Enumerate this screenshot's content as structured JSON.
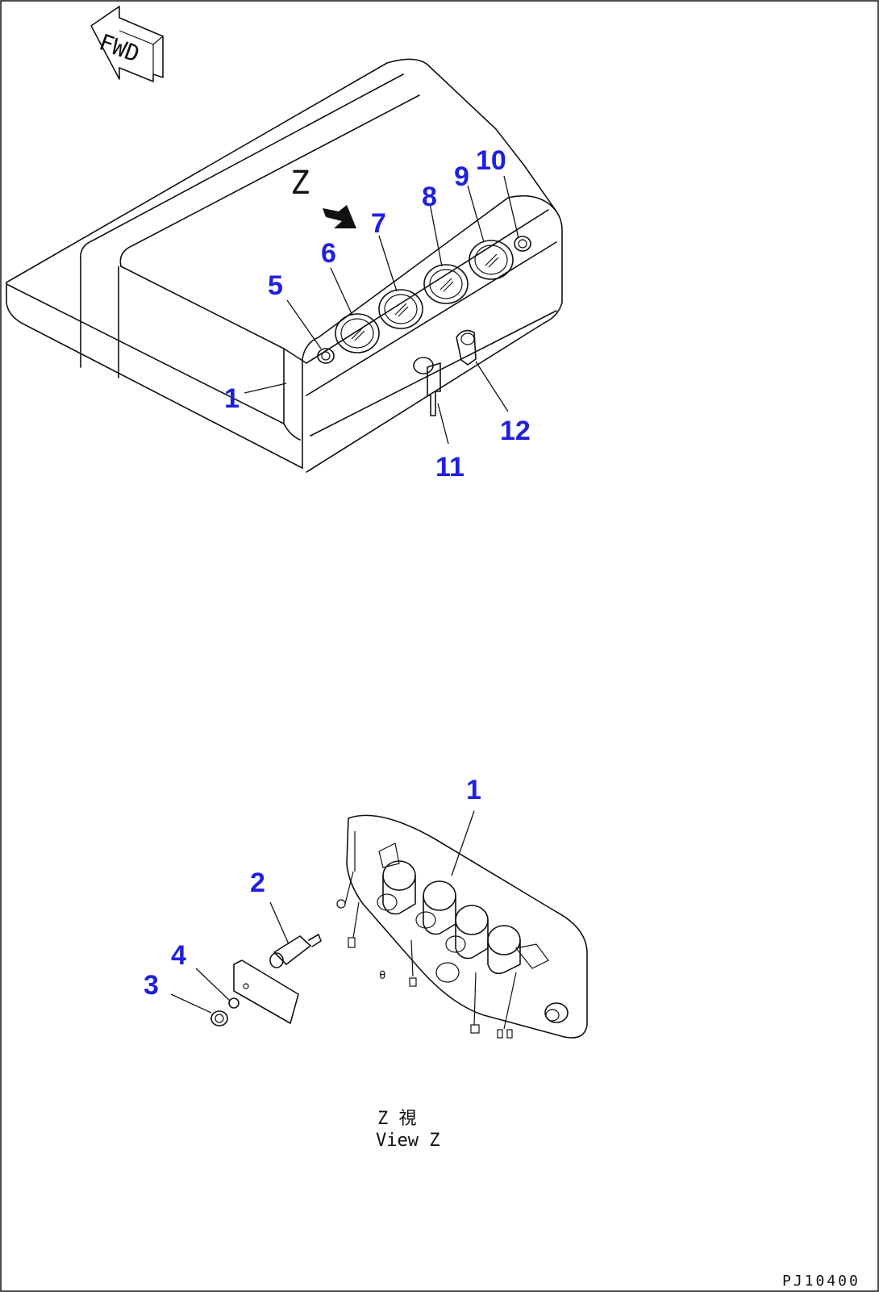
{
  "labels": {
    "fwd": "FWD",
    "view_marker": "Z",
    "view_caption_jp": "Z 視",
    "view_caption_en": "View Z",
    "drawing_code": "PJ10400"
  },
  "callouts_top": [
    "1",
    "5",
    "6",
    "7",
    "8",
    "9",
    "10",
    "11",
    "12"
  ],
  "callouts_bottom": [
    "1",
    "2",
    "3",
    "4"
  ],
  "colors": {
    "callout": "#1f1fe0",
    "line": "#111111"
  }
}
